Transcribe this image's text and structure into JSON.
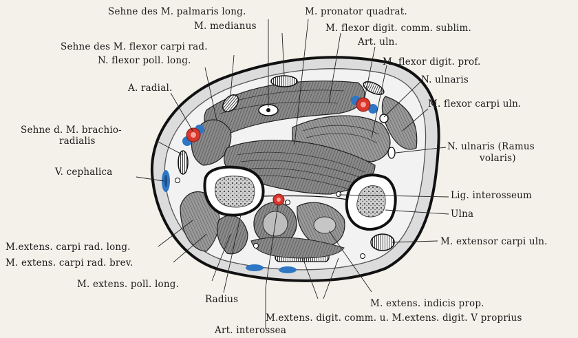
{
  "labels": {
    "palmaris": "Sehne des M. palmaris long.",
    "pronator": "M. pronator quadrat.",
    "medianus": "M. medianus",
    "flexor_sublim": "M. flexor digit. comm. sublim.",
    "flexor_carpi_rad": "Sehne des M. flexor carpi rad.",
    "art_uln": "Art. uln.",
    "flexor_poll": "N. flexor poll. long.",
    "flexor_prof": "M. flexor digit. prof.",
    "a_radial": "A. radial.",
    "n_ulnaris": "N. ulnaris",
    "flexor_carpi_uln": "M. flexor carpi uln.",
    "brachio_1": "Sehne d. M. brachio-",
    "brachio_2": "radialis",
    "ramus_1": "N. ulnaris (Ramus",
    "ramus_2": "volaris)",
    "cephalica": "V. cephalica",
    "lig": "Lig. interosseum",
    "ulna": "Ulna",
    "carpi_rad_long": "M.extens. carpi rad. long.",
    "carpi_rad_brev": "M. extens. carpi rad. brev.",
    "extensor_carpi_uln": "M. extensor carpi uln.",
    "poll_long": "M. extens. poll. long.",
    "radius": "Radius",
    "indicis": "M. extens. indicis prop.",
    "digit_comm": "M.extens. digit. comm. u. M.extens. digit. V proprius",
    "interossea": "Art. interossea"
  },
  "colors": {
    "artery": "#d9362c",
    "vein": "#2f76c4",
    "bone": "#ffffff",
    "muscle": "#7b7b7b",
    "outline": "#1a1a1a",
    "background": "#f4f1ea"
  }
}
